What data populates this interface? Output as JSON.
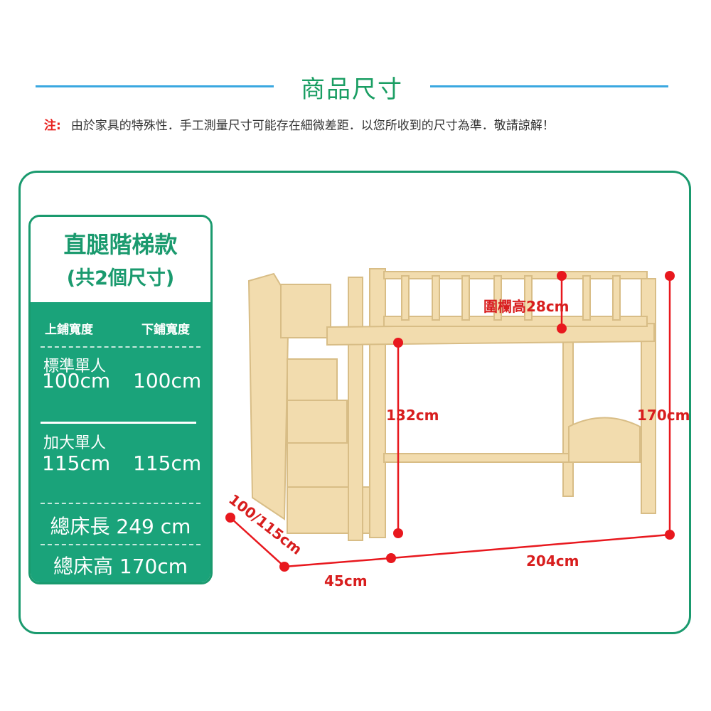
{
  "header": {
    "title": "商品尺寸",
    "note_label": "注:",
    "note_text": "由於家具的特殊性．手工測量尺寸可能存在細微差距．以您所收到的尺寸為準．敬請諒解！"
  },
  "spec": {
    "title": "直腿階梯款",
    "subtitle": "(共2個尺寸)",
    "col_upper": "上鋪寬度",
    "col_lower": "下鋪寬度",
    "sizes": [
      {
        "name": "標準單人",
        "upper": "100cm",
        "lower": "100cm"
      },
      {
        "name": "加大單人",
        "upper": "115cm",
        "lower": "115cm"
      }
    ],
    "total_length": "總床長 249 cm",
    "total_height": "總床高 170cm"
  },
  "dimensions": {
    "rail_height": "圍欄高28cm",
    "under_height": "132cm",
    "total_height": "170cm",
    "width": "100/115cm",
    "stair_depth": "45cm",
    "length": "204cm"
  },
  "colors": {
    "green": "#1a9a6e",
    "blue_line": "#3aa8e0",
    "red": "#d81e1e",
    "wood": "#f2dcae"
  }
}
